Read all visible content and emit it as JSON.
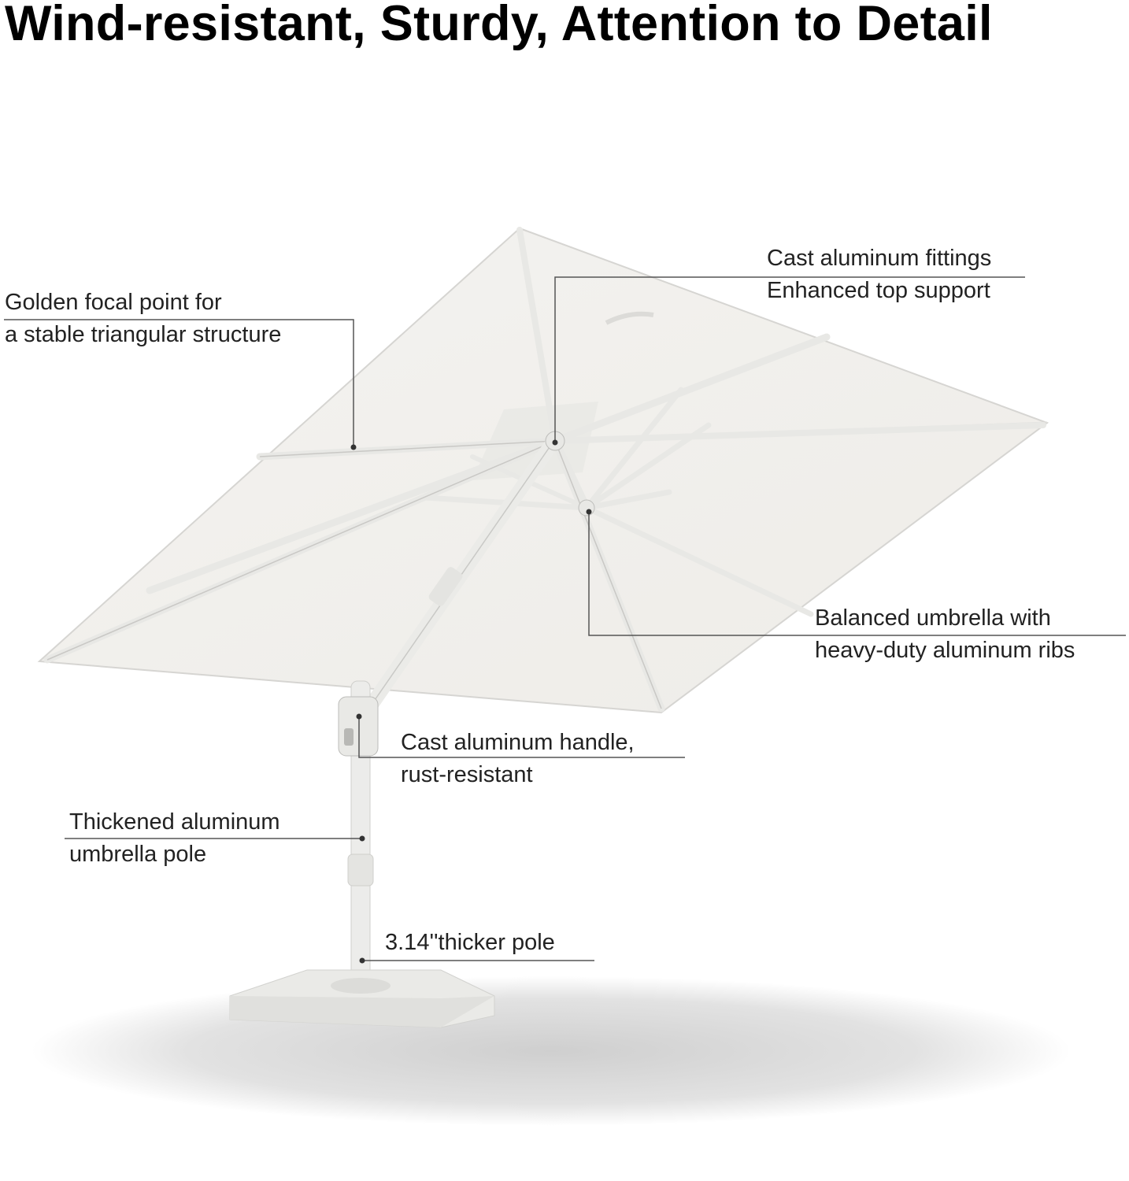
{
  "page": {
    "title": "Wind-resistant, Sturdy, Attention to Detail"
  },
  "callouts": {
    "fittings": {
      "line1": "Cast aluminum fittings",
      "line2": "Enhanced top support"
    },
    "focal": {
      "line1": "Golden focal point for",
      "line2": "a stable triangular structure"
    },
    "balanced": {
      "line1": "Balanced umbrella with",
      "line2": "heavy-duty aluminum ribs"
    },
    "handle": {
      "line1": "Cast aluminum handle,",
      "line2": "rust-resistant"
    },
    "pole": {
      "line1": "Thickened aluminum",
      "line2": "umbrella pole"
    },
    "thicker": {
      "line1": "3.14''thicker pole"
    }
  },
  "colors": {
    "canopy": "#f2f1ee",
    "frame": "#e6e6e3",
    "line": "#555555",
    "shadow": "#d9d9d9"
  }
}
